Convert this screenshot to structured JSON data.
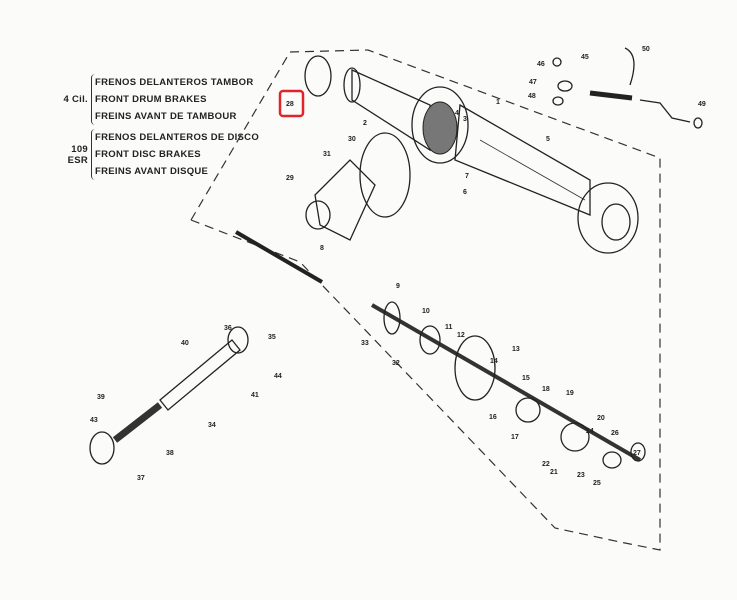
{
  "legend": [
    {
      "model": "4 Cil.",
      "lines": [
        "FRENOS DELANTEROS TAMBOR",
        "FRONT DRUM  BRAKES",
        "FREINS  AVANT DE TAMBOUR"
      ]
    },
    {
      "model": "109 ESR",
      "lines": [
        "FRENOS DELANTEROS DE DISCO",
        "FRONT DISC  BRAKES",
        "FREINS  AVANT  DISQUE"
      ]
    }
  ],
  "highlight": {
    "label": "28",
    "color": "#e0242a"
  },
  "parts": {
    "p1": "1",
    "p2": "2",
    "p3": "3",
    "p4": "4",
    "p5": "5",
    "p6": "6",
    "p7": "7",
    "p8": "8",
    "p9": "9",
    "p10": "10",
    "p11": "11",
    "p12": "12",
    "p13": "13",
    "p14": "14",
    "p15": "15",
    "p16": "16",
    "p17": "17",
    "p18": "18",
    "p19": "19",
    "p20": "20",
    "p21": "21",
    "p22": "22",
    "p23": "23",
    "p24": "24",
    "p25": "25",
    "p26": "26",
    "p27": "27",
    "p29": "29",
    "p30": "30",
    "p31": "31",
    "p32": "32",
    "p33": "33",
    "p34": "34",
    "p35": "35",
    "p36": "36",
    "p37": "37",
    "p38": "38",
    "p39": "39",
    "p40": "40",
    "p41": "41",
    "p43": "43",
    "p44": "44",
    "p45": "45",
    "p46": "46",
    "p47": "47",
    "p48": "48",
    "p49": "49",
    "p50": "50"
  }
}
